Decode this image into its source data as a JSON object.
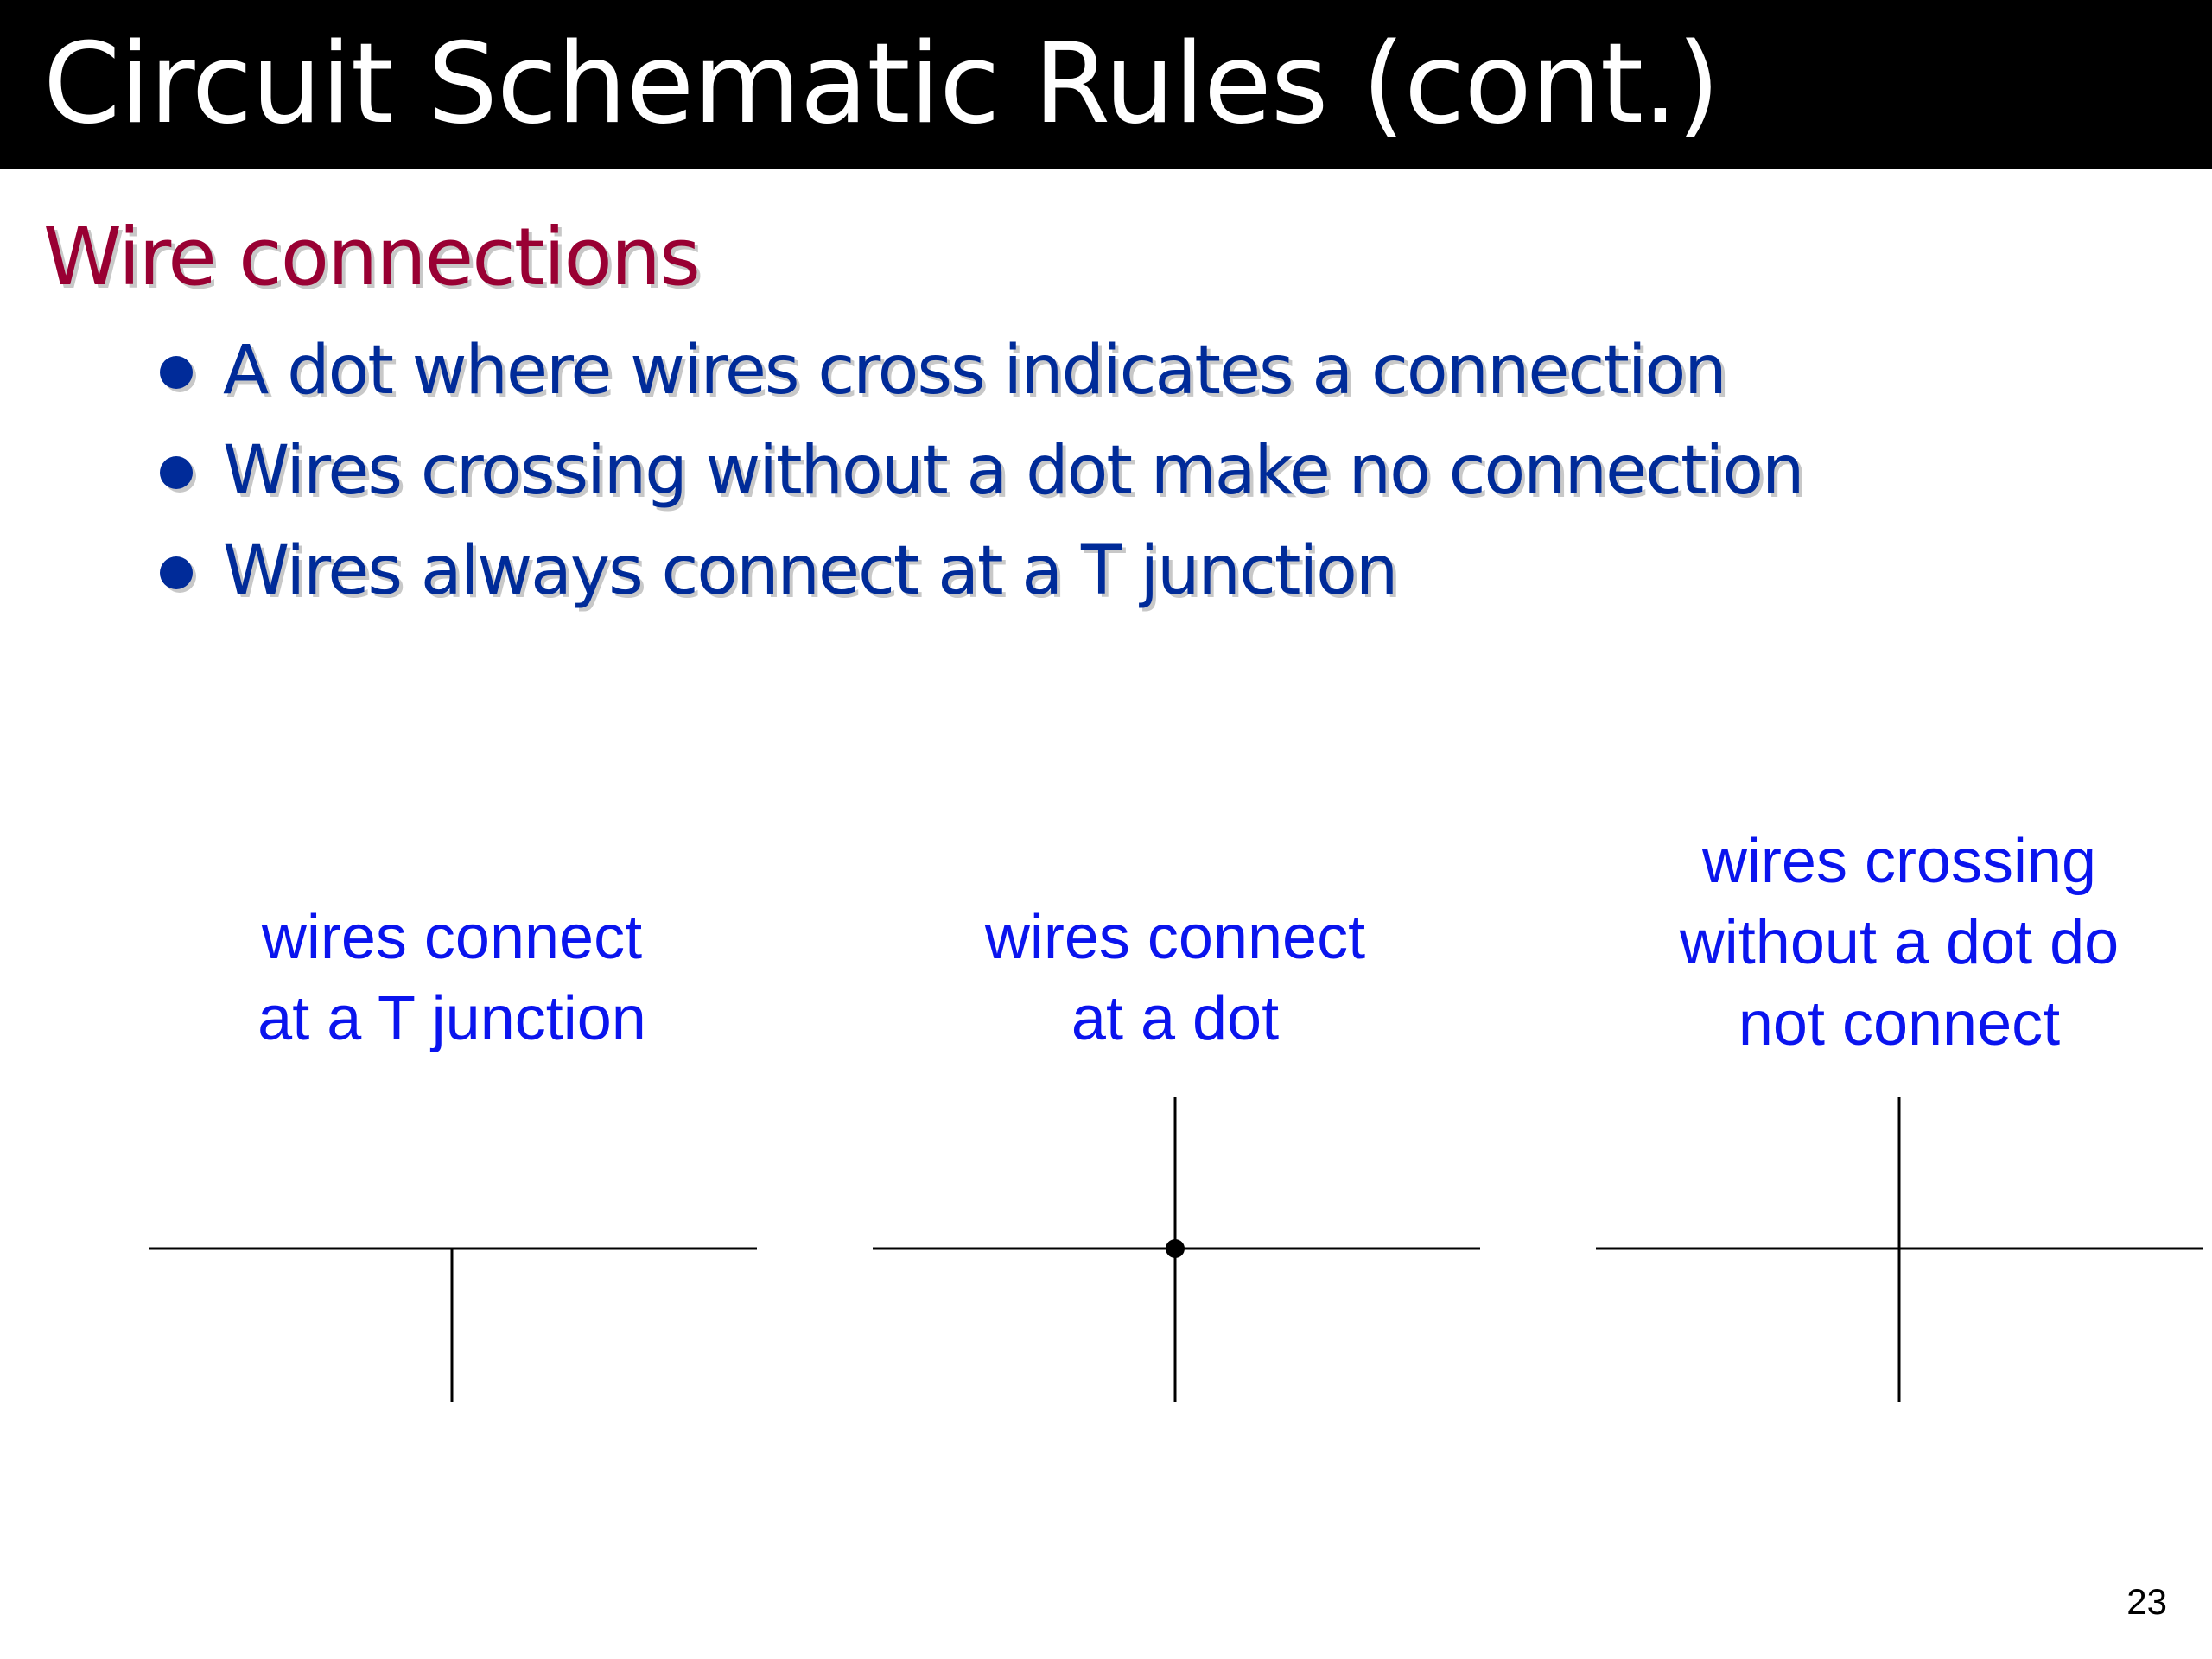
{
  "slide": {
    "title": "Circuit Schematic Rules (cont.)",
    "heading": "Wire connections",
    "bullets": [
      "A dot where wires cross indicates a connection",
      "Wires crossing without a dot make no connection",
      "Wires always connect at a T junction"
    ],
    "diagrams": [
      {
        "caption_lines": [
          "wires connect",
          "at a T junction"
        ],
        "kind": "t-junction"
      },
      {
        "caption_lines": [
          "wires connect",
          "at a dot"
        ],
        "kind": "cross-with-dot"
      },
      {
        "caption_lines": [
          "wires crossing",
          "without a dot do",
          "not connect"
        ],
        "kind": "cross-no-dot"
      }
    ],
    "page_number": "23"
  },
  "colors": {
    "title_bar": "#000000",
    "title_text": "#ffffff",
    "heading": "#990033",
    "bullet_text": "#002b99",
    "caption_text": "#0a14ee",
    "wire": "#000000"
  }
}
